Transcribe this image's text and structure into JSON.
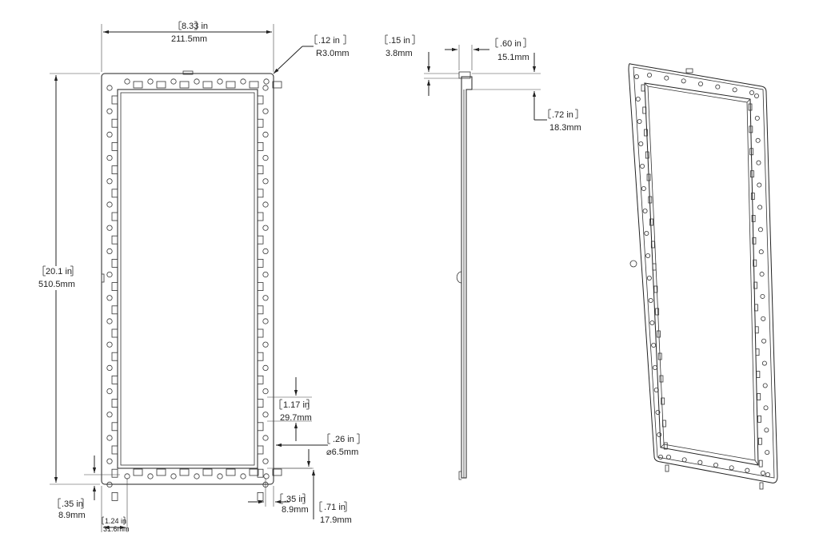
{
  "front_view": {
    "width_in": "8.33 in",
    "width_mm": "211.5mm",
    "radius_in": ".12 in",
    "radius_mm": "R3.0mm",
    "height_in": "20.1 in",
    "height_mm": "510.5mm",
    "hole_pitch_in": "1.17 in",
    "hole_pitch_mm": "29.7mm",
    "hole_dia_in": ".26 in",
    "hole_dia_mm": "⌀6.5mm",
    "bottom_edge_in": ".35 in",
    "bottom_edge_mm": "8.9mm",
    "left_offset_in": "1.24 in",
    "left_offset_mm": "31.6mm",
    "right_edge_in": ".35 in",
    "right_edge_mm": "8.9mm",
    "right_offset_in": ".71 in",
    "right_offset_mm": "17.9mm"
  },
  "side_view": {
    "flange_in": ".15 in",
    "flange_mm": "3.8mm",
    "depth_in": ".60 in",
    "depth_mm": "15.1mm",
    "lip_in": ".72 in",
    "lip_mm": "18.3mm"
  }
}
